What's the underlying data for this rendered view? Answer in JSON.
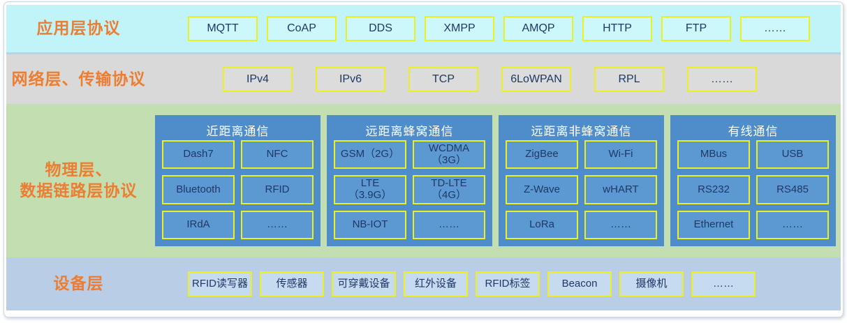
{
  "layers": {
    "application": {
      "label": "应用层协议",
      "items": [
        "MQTT",
        "CoAP",
        "DDS",
        "XMPP",
        "AMQP",
        "HTTP",
        "FTP",
        "……"
      ]
    },
    "network": {
      "label": "网络层、传输协议",
      "items": [
        "IPv4",
        "IPv6",
        "TCP",
        "6LoWPAN",
        "RPL",
        "……"
      ]
    },
    "physical": {
      "label": "物理层、\n数据链路层协议",
      "groups": [
        {
          "title": "近距离通信",
          "items": [
            "Dash7",
            "NFC",
            "Bluetooth",
            "RFID",
            "IRdA",
            "……"
          ]
        },
        {
          "title": "远距离蜂窝通信",
          "items": [
            "GSM（2G）",
            "WCDMA\n（3G）",
            "LTE\n（3.9G）",
            "TD-LTE\n（4G）",
            "NB-IOT",
            "……"
          ]
        },
        {
          "title": "远距离非蜂窝通信",
          "items": [
            "ZigBee",
            "Wi-Fi",
            "Z-Wave",
            "wHART",
            "LoRa",
            "……"
          ]
        },
        {
          "title": "有线通信",
          "items": [
            "MBus",
            "USB",
            "RS232",
            "RS485",
            "Ethernet",
            "……"
          ]
        }
      ]
    },
    "device": {
      "label": "设备层",
      "items": [
        "RFID读写器",
        "传感器",
        "可穿戴设备",
        "红外设备",
        "RFID标签",
        "Beacon",
        "摄像机",
        "……"
      ]
    }
  },
  "colors": {
    "label_orange": "#ed7d31",
    "box_text_navy": "#1f3864",
    "border_yellow": "#edf01f",
    "band_application": "#c0f4f9",
    "band_network": "#d9d9d9",
    "band_physical": "#c3deb1",
    "band_device": "#b9cee6",
    "panel_blue": "#4e8dc9",
    "panel_box_blue": "#5c99d3",
    "group_title_white": "#ffffff"
  }
}
